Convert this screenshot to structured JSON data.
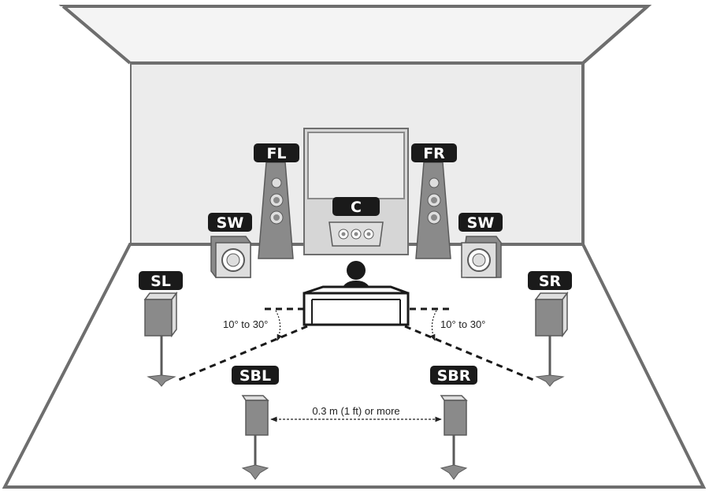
{
  "labels": {
    "fl": "FL",
    "fr": "FR",
    "c": "C",
    "sw_left": "SW",
    "sw_right": "SW",
    "sl": "SL",
    "sr": "SR",
    "sbl": "SBL",
    "sbr": "SBR"
  },
  "notes": {
    "angle_left": "10° to 30°",
    "angle_right": "10° to 30°",
    "distance": "0.3 m (1 ft) or more"
  },
  "colors": {
    "line": "#6e6e6e",
    "wall": "#ececec",
    "speaker": "#8a8a8a",
    "speaker_light": "#dedede",
    "label_bg": "#1a1a1a",
    "tv": "#d6d6d6"
  }
}
